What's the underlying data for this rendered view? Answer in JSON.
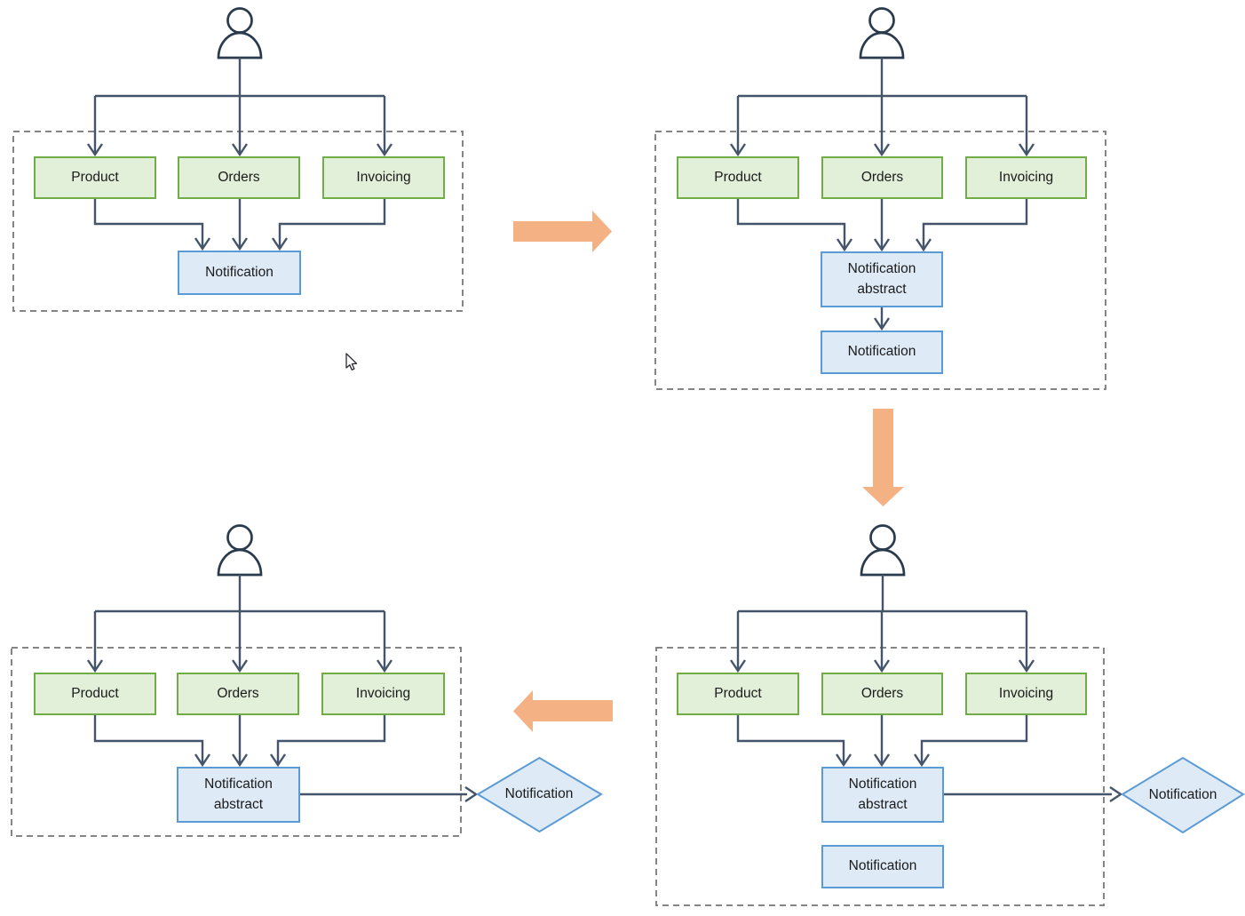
{
  "colors": {
    "service_fill": "#e2efd9",
    "service_border": "#70ad47",
    "notif_fill": "#deeaf6",
    "notif_border": "#5b9bd5",
    "connector": "#44546a",
    "person": "#2a3b4d",
    "panel_border": "#858585",
    "flow_arrow": "#f4b183"
  },
  "icons": {
    "person": "person-silhouette",
    "flow_right": "thick-arrow-right",
    "flow_down": "thick-arrow-down",
    "flow_left": "thick-arrow-left",
    "cursor": "mouse-pointer-arrow"
  },
  "panels": {
    "top_left": {
      "product": "Product",
      "orders": "Orders",
      "invoicing": "Invoicing",
      "notification": "Notification"
    },
    "top_right": {
      "product": "Product",
      "orders": "Orders",
      "invoicing": "Invoicing",
      "notification_abstract": "Notification abstract",
      "notification": "Notification"
    },
    "bottom_left": {
      "product": "Product",
      "orders": "Orders",
      "invoicing": "Invoicing",
      "notification_abstract": "Notification abstract",
      "diamond_notification": "Notification"
    },
    "bottom_right": {
      "product": "Product",
      "orders": "Orders",
      "invoicing": "Invoicing",
      "notification_abstract": "Notification abstract",
      "diamond_notification": "Notification",
      "notification": "Notification"
    }
  }
}
